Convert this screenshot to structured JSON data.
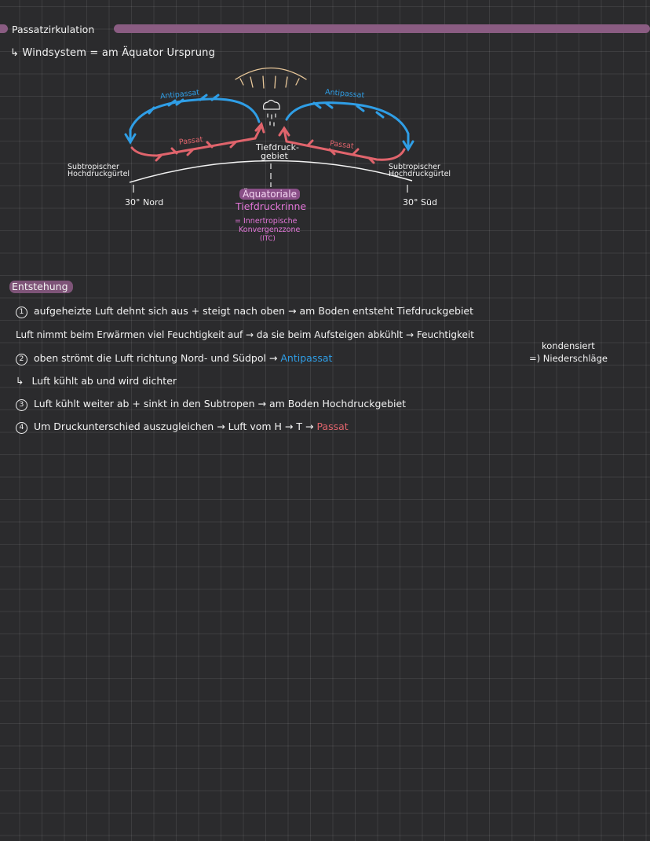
{
  "header": {
    "title": "Passatzirkulation",
    "subtitle": "↳ Windsystem = am Äquator Ursprung"
  },
  "diagram": {
    "antipassat_left": "Antipassat",
    "antipassat_right": "Antipassat",
    "passat_left": "Passat",
    "passat_right": "Passat",
    "tiefdruck": [
      "Tiefdruck-",
      "gebiet"
    ],
    "subtropisch_left": [
      "Subtropischer",
      "Hochdruckgürtel"
    ],
    "subtropisch_right": [
      "Subtropischer",
      "Hochdruckgürtel"
    ],
    "nord": "30° Nord",
    "sued": "30° Süd",
    "itc_tag": "Äquatoriale",
    "itc_label": "Tiefdruckrinne",
    "itc_desc": [
      "= Innertropische",
      "Konvergenzzone",
      "(ITC)"
    ]
  },
  "entstehung": {
    "heading": "Entstehung",
    "n1": "1",
    "line1": "aufgeheizte Luft dehnt sich aus + steigt nach oben → am Boden entsteht Tiefdruckgebiet",
    "line2a": "Luft nimmt beim Erwärmen viel Feuchtigkeit auf → da sie beim Aufsteigen abkühlt → Feuchtigkeit",
    "line2b": "kondensiert",
    "n2": "2",
    "line3a": "oben strömt die Luft richtung Nord- und Südpol →",
    "line3b": "Antipassat",
    "line3c": "=) Niederschläge",
    "line4": "Luft kühlt ab und wird dichter",
    "n3": "3",
    "line5": "Luft kühlt weiter ab + sinkt in den Subtropen → am Boden Hochdruckgebiet",
    "n4": "4",
    "line6a": "Um Druckunterschied auszugleichen → Luft vom H → T →",
    "line6b": "Passat",
    "sub_arrow": "↳"
  },
  "colors": {
    "background": "#2b2b2d",
    "grid": "#3a3a3c",
    "title_bar": "#8a5c82",
    "antipassat_blue": "#2f9ee6",
    "passat_red": "#e0646c",
    "itc_pink": "#e276d8"
  }
}
